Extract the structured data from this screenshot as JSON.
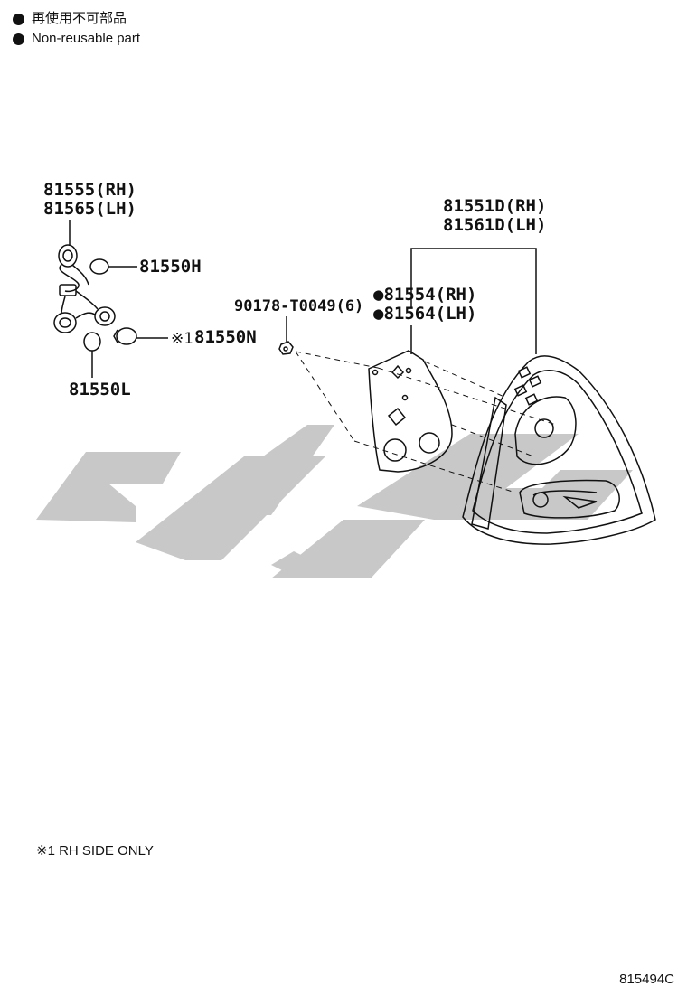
{
  "legend": {
    "symbol": "●",
    "label_ja": "再使用不可部品",
    "label_en": "Non-reusable part"
  },
  "parts": {
    "socket_rh": "81555(RH)",
    "socket_lh": "81565(LH)",
    "bulb_h": "81550H",
    "bulb_n_mark": "※1",
    "bulb_n": "81550N",
    "bulb_l": "81550L",
    "nut": "90178-T0049(6)",
    "gasket_rh": "●81554(RH)",
    "gasket_lh": "●81564(LH)",
    "lamp_rh": "81551D(RH)",
    "lamp_lh": "81561D(LH)"
  },
  "note": "※1 RH SIDE ONLY",
  "figure_id": "815494C",
  "colors": {
    "ink": "#111111",
    "watermark": "#c8c8c8"
  }
}
